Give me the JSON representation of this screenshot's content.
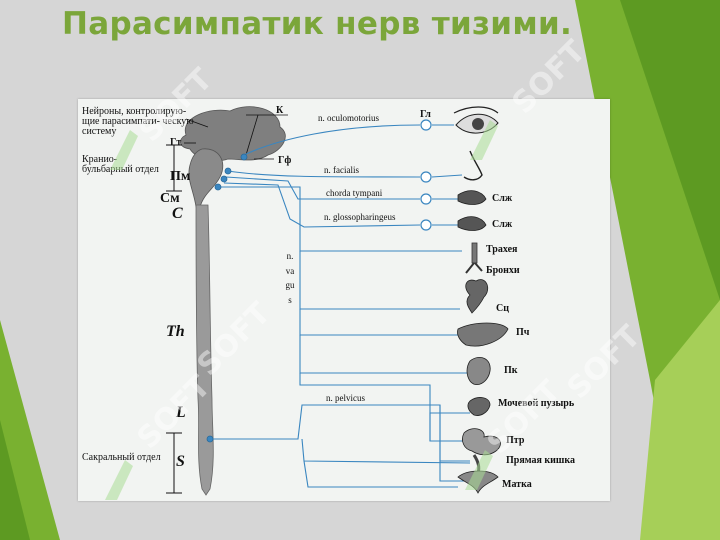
{
  "slide": {
    "title": "Парасимпатик нерв тизими."
  },
  "colors": {
    "title": "#7ba63a",
    "nerve": "#3a86c0",
    "green_bg": "#79b130",
    "panel": "#f2f4f2"
  },
  "watermark": {
    "text": "SOFT",
    "logo_icon": "soft-logo-icon"
  },
  "diagram": {
    "neurons_note": "Нейроны, контролирую- щие парасимпати- ческую систему",
    "cranial_note": "Кранио- бульбарный отдел",
    "sacral_note": "Сакральный отдел",
    "abbr": {
      "k": "К",
      "gt": "Гт",
      "gf": "Гф",
      "pm": "Пм",
      "sm": "См"
    },
    "segments": {
      "c": "C",
      "th": "Th",
      "l": "L",
      "s": "S"
    },
    "nerves": {
      "oculomotorius": "n. oculomotorius",
      "facialis": "n. facialis",
      "chorda": "chorda tympani",
      "glosso": "n. glossopharingeus",
      "vagus": "n. vagus",
      "pelvicus": "n. pelvicus"
    },
    "organs": {
      "gl": "Гл",
      "slzh1": "Слж",
      "slzh2": "Слж",
      "trachea": "Трахея",
      "bronchi": "Бронхи",
      "heart": "Сц",
      "liver": "Пч",
      "pancreas": "Пк",
      "bladder": "Мочевой пузырь",
      "intestine": "Птр",
      "rectum": "Прямая кишка",
      "uterus": "Матка"
    }
  }
}
